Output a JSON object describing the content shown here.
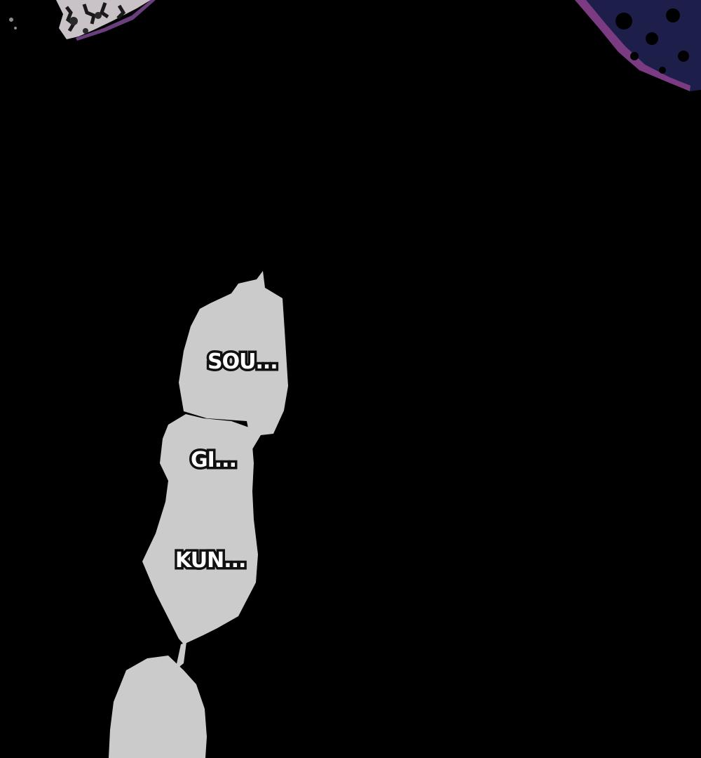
{
  "panel": {
    "background_color": "#000000",
    "bubble_color": "#cbcbcb",
    "dialogue": [
      "SOU...",
      "GI...",
      "KUN..."
    ]
  }
}
